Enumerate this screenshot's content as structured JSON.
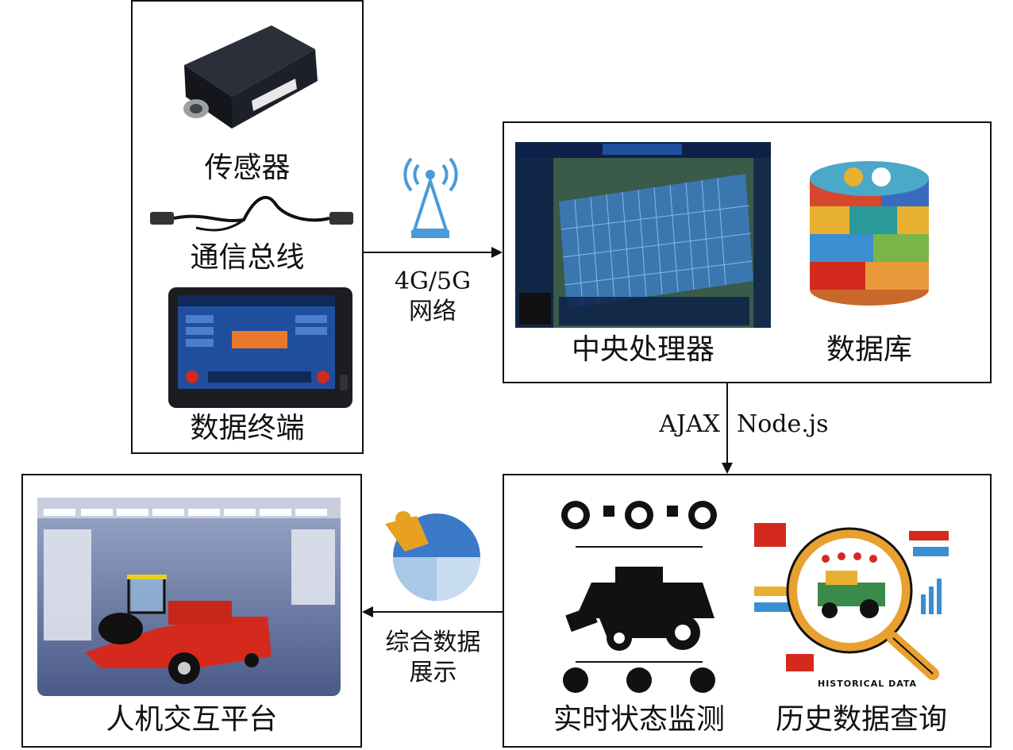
{
  "nodes": {
    "sensor": "传感器",
    "bus": "通信总线",
    "terminal": "数据终端",
    "cpu": "中央处理器",
    "database": "数据库",
    "realtime": "实时状态监测",
    "history": "历史数据查询",
    "hmi": "人机交互平台"
  },
  "edges": {
    "network_top": "4G/5G",
    "network_bottom": "网络",
    "ajax": "AJAX",
    "node": "Node.js",
    "display_top": "综合数据",
    "display_bottom": "展示"
  },
  "screens": {
    "historical_caption": "HISTORICAL DATA"
  },
  "colors": {
    "line": "#111111",
    "screen_blue": "#1f4e9c",
    "machine_red": "#d42a1e"
  }
}
